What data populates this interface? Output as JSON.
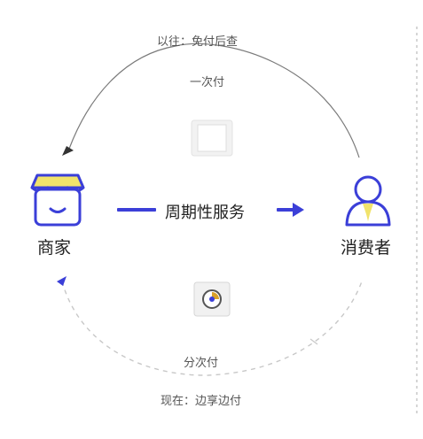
{
  "top_caption": "以往：免付后查",
  "top_arc_label": "一次付",
  "merchant_label": "商家",
  "center_label": "周期性服务",
  "consumer_label": "消费者",
  "bottom_arc_label": "分次付",
  "bottom_caption": "现在：边享边付",
  "colors": {
    "primary": "#3b3fd8",
    "accent_yellow": "#f1e36b",
    "arc": "#7a7a7a",
    "dashed_arc": "#c8c8c8"
  },
  "icons": [
    "shop-icon",
    "user-icon",
    "document-icon",
    "clock-icon"
  ]
}
